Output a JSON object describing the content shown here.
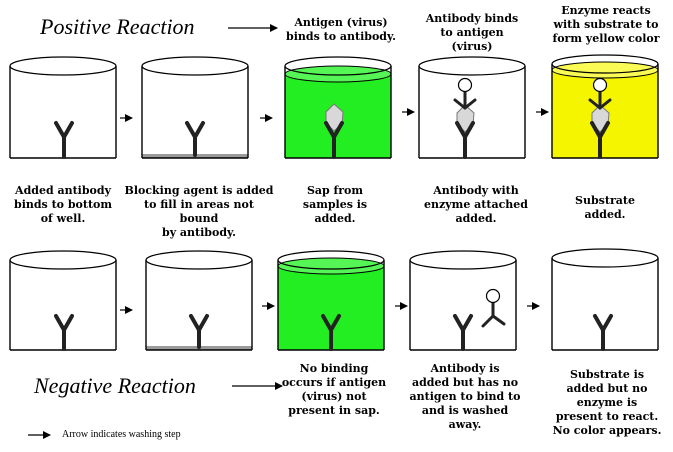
{
  "positive": {
    "title": "Positive Reaction",
    "captions": [
      "Antigen (virus)\nbinds to antibody.",
      "Antibody binds\nto antigen\n(virus)",
      "Enzyme reacts\nwith substrate to\nform yellow color"
    ],
    "below": [
      "Added antibody\nbinds to bottom\nof well.",
      "Blocking agent is added\nto fill in areas not bound\nby antibody.",
      "Sap from\nsamples is\nadded.",
      "Antibody with\nenzyme attached\nadded.",
      "Substrate\nadded."
    ]
  },
  "negative": {
    "title": "Negative Reaction",
    "captions": [
      "No binding\noccurs if antigen\n(virus) not\npresent in sap.",
      "Antibody is\nadded but has no\nantigen to bind to\nand is washed\naway.",
      "Substrate is\nadded but no\nenzyme is\npresent to react.\nNo color appears."
    ]
  },
  "legend": {
    "text": "Arrow indicates washing step"
  },
  "colors": {
    "sap": "#22ee22",
    "substrate": "#f5f500",
    "antigen": "#d8d8d8",
    "blocking": "#9a9a9a"
  }
}
